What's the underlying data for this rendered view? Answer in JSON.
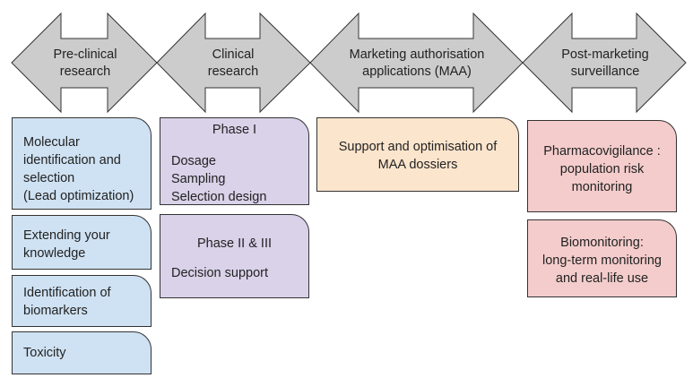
{
  "stages": [
    {
      "id": "preclinical",
      "label_lines": [
        "Pre-clinical",
        "research"
      ]
    },
    {
      "id": "clinical",
      "label_lines": [
        "Clinical",
        "research"
      ]
    },
    {
      "id": "maa",
      "label_lines": [
        "Marketing authorisation",
        "applications (MAA)"
      ]
    },
    {
      "id": "postmarketing",
      "label_lines": [
        "Post-marketing",
        "surveillance"
      ]
    }
  ],
  "colors": {
    "arrow_fill": "#cccccc",
    "outline": "#333333",
    "preclinical": "#cfe2f3",
    "clinical": "#d9d2e9",
    "maa": "#fce5cd",
    "postmarketing": "#f4cccc"
  },
  "preclinical_boxes": [
    {
      "lines": [
        "Molecular",
        "identification and",
        "selection",
        "(Lead optimization)"
      ]
    },
    {
      "lines": [
        "Extending your",
        "knowledge"
      ]
    },
    {
      "lines": [
        "Identification of",
        "biomarkers"
      ]
    },
    {
      "lines": [
        "Toxicity"
      ]
    }
  ],
  "clinical_boxes": [
    {
      "title": "Phase I",
      "lines": [
        "Dosage",
        "Sampling",
        "Selection design"
      ]
    },
    {
      "title": "Phase II & III",
      "lines": [
        "Decision support"
      ]
    }
  ],
  "maa_boxes": [
    {
      "lines": [
        "Support and optimisation of",
        "MAA dossiers"
      ]
    }
  ],
  "postmarketing_boxes": [
    {
      "lines": [
        "Pharmacovigilance :",
        "population risk",
        "monitoring"
      ]
    },
    {
      "lines": [
        "Biomonitoring:",
        "long-term monitoring",
        "and real-life use"
      ]
    }
  ]
}
